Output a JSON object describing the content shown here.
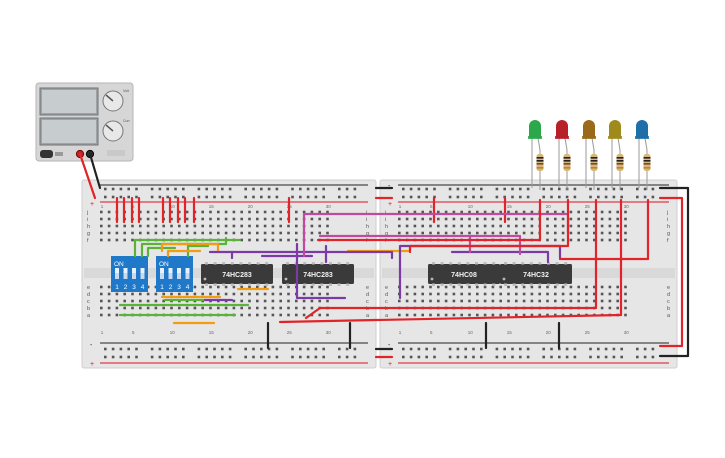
{
  "canvas": {
    "background": "#ffffff"
  },
  "power_supply": {
    "display_top": "",
    "display_bottom": "",
    "knob_labels": [
      "Volt",
      "Curr"
    ]
  },
  "breadboards": [
    {
      "name": "left",
      "column_labels": [
        "1",
        "5",
        "10",
        "15",
        "20",
        "25",
        "30"
      ],
      "row_labels_top": [
        "j",
        "i",
        "h",
        "g",
        "f"
      ],
      "row_labels_bottom": [
        "e",
        "d",
        "c",
        "b",
        "a"
      ],
      "rail_labels": [
        "-",
        "+"
      ]
    },
    {
      "name": "right",
      "column_labels": [
        "1",
        "5",
        "10",
        "15",
        "20",
        "25",
        "30"
      ],
      "row_labels_top": [
        "j",
        "i",
        "h",
        "g",
        "f"
      ],
      "row_labels_bottom": [
        "e",
        "d",
        "c",
        "b",
        "a"
      ],
      "rail_labels": [
        "-",
        "+"
      ]
    }
  ],
  "dip_switches": [
    {
      "label": "ON",
      "pins": [
        "1",
        "2",
        "3",
        "4"
      ]
    },
    {
      "label": "ON",
      "pins": [
        "1",
        "2",
        "3",
        "4"
      ]
    }
  ],
  "chips": [
    {
      "label": "74HC283"
    },
    {
      "label": "74HC283"
    },
    {
      "label": "74HC08"
    },
    {
      "label": "74HC32"
    }
  ],
  "leds": [
    {
      "color": "#2aa84a"
    },
    {
      "color": "#b8202a"
    },
    {
      "color": "#9a6a1a"
    },
    {
      "color": "#a08a1a"
    },
    {
      "color": "#1f6fa8"
    }
  ],
  "colors": {
    "wire_red": "#e0242a",
    "wire_black": "#222222",
    "wire_green": "#5ab23a",
    "wire_orange": "#f39c12",
    "wire_purple": "#7b3aa5",
    "wire_magenta": "#c04aa0",
    "dip_blue": "#1f78c8",
    "chip_dark": "#3a3a3a"
  }
}
